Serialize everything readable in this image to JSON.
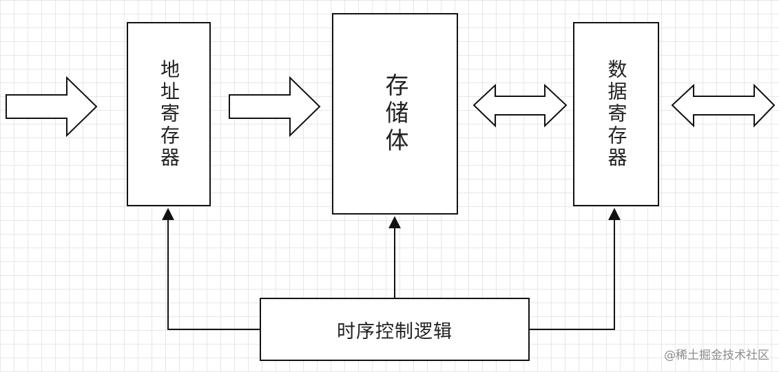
{
  "diagram": {
    "address_register": "地址寄存器",
    "storage": "存储体",
    "data_register": "数据寄存器",
    "timing_logic": "时序控制逻辑"
  },
  "watermark": "@稀土掘金技术社区"
}
